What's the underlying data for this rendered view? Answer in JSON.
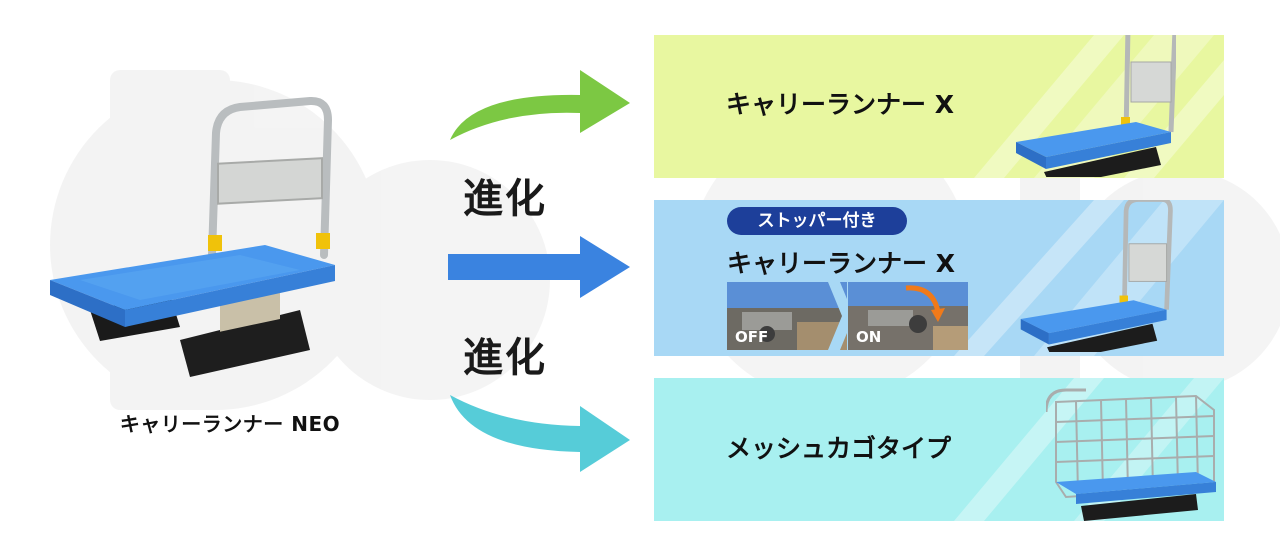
{
  "base_product": {
    "name": "キャリーランナー NEO"
  },
  "evolution_labels": [
    "進化",
    "進化"
  ],
  "variants": [
    {
      "title": "キャリーランナー X",
      "image": "handcart-folding-icon"
    },
    {
      "badge": "ストッパー付き",
      "title": "キャリーランナー X",
      "image": "handcart-folding-icon",
      "thumbnails": [
        {
          "label": "OFF"
        },
        {
          "label": "ON"
        }
      ]
    },
    {
      "title": "メッシュカゴタイプ",
      "image": "mesh-basket-cart-icon"
    }
  ],
  "colors": {
    "arrow_green": "#7cc843",
    "arrow_blue": "#3a83e0",
    "arrow_cyan": "#56ccd8",
    "card1_bg": "#e8f7a0",
    "card2_bg": "#a8d8f5",
    "card3_bg": "#a8f0f0",
    "badge_bg": "#1d3f9a",
    "deck_blue": "#3d8ce8"
  }
}
